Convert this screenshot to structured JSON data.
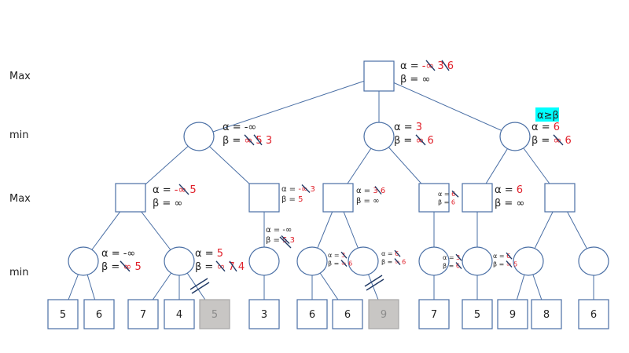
{
  "level_labels": [
    "Max",
    "min",
    "Max",
    "min"
  ],
  "leaves": [
    "5",
    "6",
    "7",
    "4",
    "5",
    "3",
    "6",
    "6",
    "9",
    "7",
    "5",
    "9",
    "8",
    "6"
  ],
  "annotations": {
    "root": {
      "a": "α = ",
      "a_old": "-∞ 3",
      "a_val": "6",
      "b": "β = ∞"
    },
    "m1": {
      "a": "α = -∞",
      "b": "β = ",
      "b_old": "∞ 5",
      "b_val": "3"
    },
    "m2": {
      "a": "α = ",
      "a_val": "3",
      "b": "β = ",
      "b_old": "∞",
      "b_val": "6"
    },
    "m3": {
      "a": "α = ",
      "a_val": "6",
      "b": "β = ",
      "b_old": "∞",
      "b_val": "6"
    },
    "cut_label": "α≥β",
    "M1": {
      "a": "α = ",
      "a_old": "-∞",
      "a_val": "5",
      "b": "β = ∞"
    },
    "M2": {
      "a": "α = ",
      "a_old": "-∞",
      "a_val": "3",
      "b": "β = ",
      "b_val": "5"
    },
    "M2b": {
      "a": "α = -∞",
      "b": "β = ",
      "b_old": "5",
      "b_val": "3"
    },
    "M3": {
      "a": "α = ",
      "a_old": "3",
      "a_val": "6",
      "b": "β = ∞"
    },
    "M4": {
      "a": "α = ",
      "a_old": "6",
      "b": "β = ",
      "b_val": "6"
    },
    "M5": {
      "a": "α = ",
      "a_val": "6",
      "b": "β = ∞"
    },
    "n1": {
      "a": "α = -∞",
      "b": "β = ",
      "b_old": "∞",
      "b_val": "5"
    },
    "n2": {
      "a": "α = ",
      "a_val": "5",
      "b": "β = ",
      "b_old": "∞ 7",
      "b_val": "4"
    },
    "n4": {
      "a": "α = ",
      "a_val": "3",
      "b": "β = ",
      "b_old": "∞",
      "b_val": "6"
    },
    "n5": {
      "a": "α = ",
      "a_val": "6",
      "b": "β = ",
      "b_old": "∞",
      "b_val": "6"
    },
    "n6": {
      "a": "α = ",
      "a_val": "3",
      "b": "β = ",
      "b_val": "6"
    },
    "n7": {
      "a": "α = ",
      "a_val": "6",
      "b": "β = ",
      "b_old": "∞",
      "b_val": "5"
    }
  },
  "colors": {
    "line": "#4a6fa5",
    "node_stroke": "#4a6fa5",
    "value_red": "#e0202a",
    "pruned_fill": "#c8c6c4",
    "cut_highlight": "#00ffff",
    "slash": "#1f3864"
  }
}
